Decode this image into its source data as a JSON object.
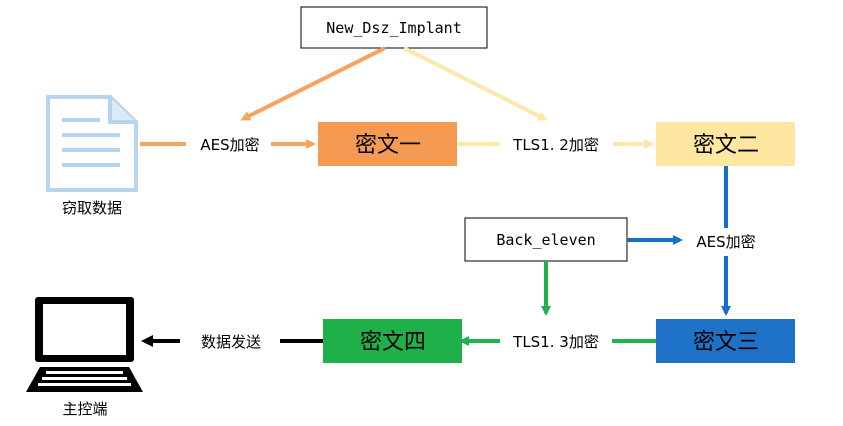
{
  "colors": {
    "orange": "#F4A460",
    "orange_fill": "#F59A53",
    "yellow": "#FCE8AA",
    "yellow_fill": "#FFE7A1",
    "blue": "#1670C7",
    "blue_fill": "#1E73C8",
    "green": "#1FB14A",
    "green_fill": "#1FB04A"
  },
  "nodes": {
    "implant": "New_Dsz_Implant",
    "back_eleven": "Back_eleven",
    "cipher1": "密文一",
    "cipher2": "密文二",
    "cipher3": "密文三",
    "cipher4": "密文四",
    "stolen_data": "窃取数据",
    "controller": "主控端"
  },
  "edges": {
    "aes1": "AES加密",
    "tls12": "TLS1. 2加密",
    "aes2": "AES加密",
    "tls13": "TLS1. 3加密",
    "send": "数据发送"
  },
  "icons": [
    "document-icon",
    "computer-icon"
  ]
}
